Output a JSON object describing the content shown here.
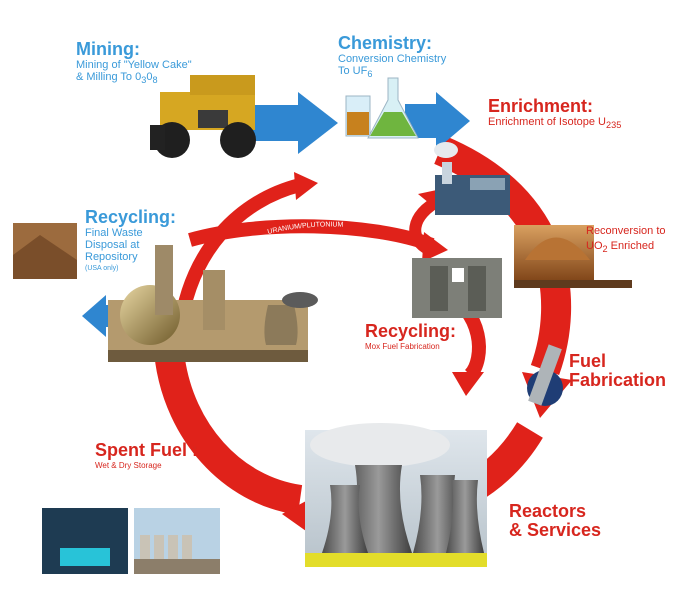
{
  "colors": {
    "cycle_red": "#e0221a",
    "arrow_blue": "#2f86d0",
    "label_red": "#d7261e",
    "label_blue": "#3a9ad9"
  },
  "stages": {
    "mining": {
      "title": "Mining:",
      "line1": "Mining of \"Yellow Cake\"",
      "line2a": "& Milling To 0",
      "sub1": "3",
      "mid": "0",
      "sub2": "8"
    },
    "chemistry": {
      "title": "Chemistry:",
      "line1": "Conversion Chemistry",
      "line2a": "To UF",
      "sub": "6"
    },
    "enrichment": {
      "title": "Enrichment:",
      "line1a": "Enrichment of Isotope U",
      "sub": "235"
    },
    "reconversion": {
      "line1": "Reconversion to",
      "line2a": "UO",
      "sub": "2",
      "line2b": " Enriched"
    },
    "fuel_fabrication": {
      "line1": "Fuel",
      "line2": "Fabrication"
    },
    "reactors": {
      "line1": "Reactors",
      "line2": "& Services"
    },
    "spent_fuel": {
      "title": "Spent Fuel",
      "colon": ":",
      "line1": "Wet & Dry Storage"
    },
    "recycling_final": {
      "title": "Recycling:",
      "line1": "Final Waste",
      "line2": "Disposal at",
      "line3": "Repository",
      "note": "(USA only)"
    },
    "recycling_mox": {
      "title": "Recycling:",
      "line1": "Mox Fuel Fabrication"
    }
  },
  "arrow_labels": {
    "uranium": "URANIUM",
    "uranium_plutonium": "URANIUM/PLUTONIUM"
  }
}
